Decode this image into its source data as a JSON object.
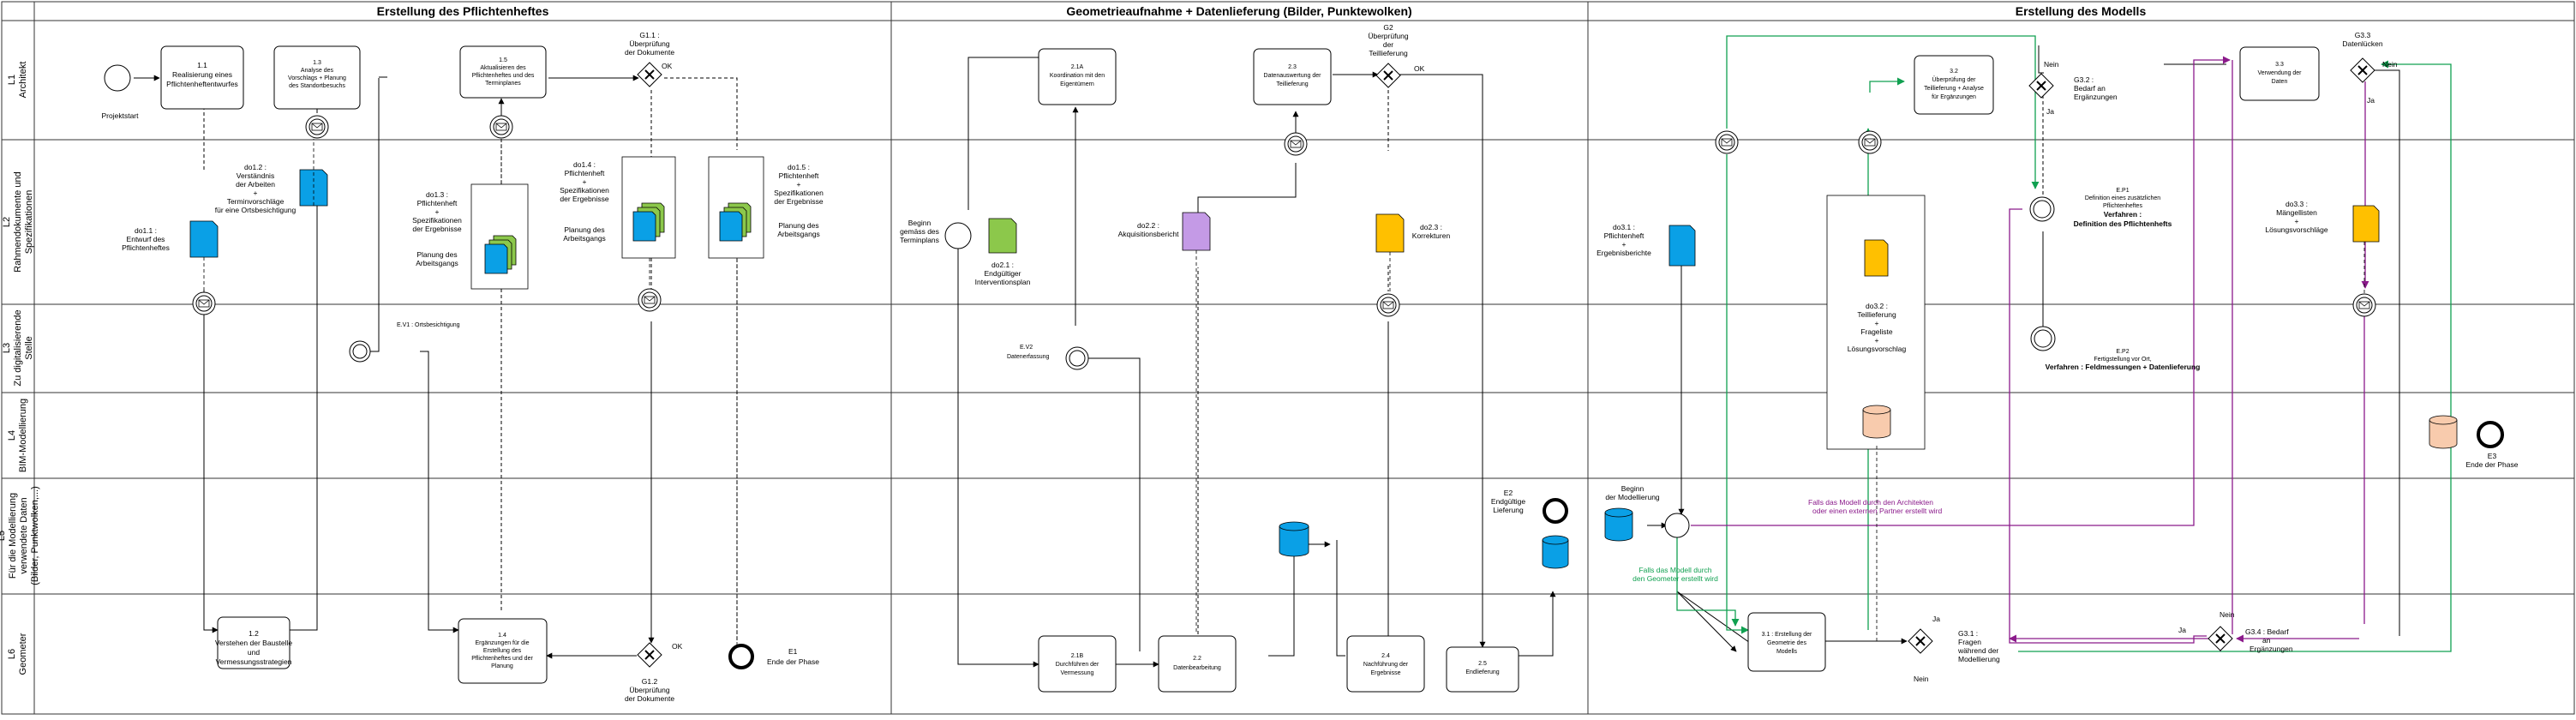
{
  "phases": {
    "p1": "Erstellung des Pflichtenheftes",
    "p2": "Geometrieaufnahme + Datenlieferung (Bilder, Punktewolken)",
    "p3": "Erstellung des Modells"
  },
  "lanes": {
    "l1": [
      "L1",
      "Architekt"
    ],
    "l2": [
      "L2",
      "Rahmendokumente und",
      "Spezifikationen"
    ],
    "l3": [
      "L3",
      "Zu digitalisierende",
      "Stelle"
    ],
    "l4": [
      "L4",
      "BIM-Modellierung"
    ],
    "l5": [
      "L5",
      "Für die Modellierung",
      "verwendete Daten",
      "(Bilder, Punktwolken,...)"
    ],
    "l6": [
      "L6",
      "Geometer"
    ]
  },
  "tasks": {
    "t1_1": [
      "1.1",
      "Realisierung eines",
      "Pflichtenheftentwurfes"
    ],
    "t1_3": [
      "1.3",
      "Analyse des",
      "Vorschlags + Planung",
      "des Standortbesuchs"
    ],
    "t1_5": [
      "1.5",
      "Aktualisieren des",
      "Pflichtenheftes und des",
      "Terminplanes"
    ],
    "t1_2": [
      "1.2",
      "Verstehen der Baustelle",
      "und",
      "Vermessungsstrategien"
    ],
    "t1_4": [
      "1.4",
      "Ergänzungen für die",
      "Erstellung des",
      "Pflichtenheftes und der",
      "Planung"
    ],
    "t2_1a": [
      "2.1A",
      "Koordination mit den",
      "Eigentümern"
    ],
    "t2_3": [
      "2.3",
      "Datenauswertung der",
      "Teillieferung"
    ],
    "t2_1b": [
      "2.1B",
      "Durchführen der",
      "Vermessung"
    ],
    "t2_2": [
      "2.2",
      "Datenbearbeitung"
    ],
    "t2_4": [
      "2.4",
      "Nachführung der",
      "Ergebnisse"
    ],
    "t2_5": [
      "2.5",
      "Endlieferung"
    ],
    "t3_2": [
      "3.2",
      "Überprüfung der",
      "Teillieferung + Analyse",
      "für Ergänzungen"
    ],
    "t3_3": [
      "3.3",
      "Verwendung der",
      "Daten"
    ],
    "t3_1": [
      "3.1 : Erstellung der",
      "Geometrie des",
      "Modells"
    ]
  },
  "gateways": {
    "g1_1": [
      "G1.1 :",
      "Überprüfung",
      "der Dokumente"
    ],
    "g1_2": [
      "G1.2",
      "Überprüfung",
      "der Dokumente"
    ],
    "g2": [
      "G2",
      "Überprüfung",
      "der",
      "Teillieferung"
    ],
    "g3_2": [
      "G3.2 :",
      "Bedarf an",
      "Ergänzungen"
    ],
    "g3_3": [
      "G3.3",
      "Datenlücken"
    ],
    "g3_1": [
      "G3.1 :",
      "Fragen",
      "während der",
      "Modellierung"
    ],
    "g3_4": [
      "G3.4 : Bedarf",
      "an",
      "Ergänzungen"
    ],
    "ok": "OK",
    "ja": "Ja",
    "nein": "Nein"
  },
  "events": {
    "projektstart": "Projektstart",
    "e1": [
      "E1",
      "Ende der Phase"
    ],
    "ev1": "E.V1 : Ortsbesichtigung",
    "beginn2": [
      "Beginn",
      "gemäss des",
      "Terminplans"
    ],
    "ev2": "E.V2",
    "ev2_sub": "Datenerfassung",
    "e2": [
      "E2",
      "Endgültige",
      "Lieferung"
    ],
    "e3": [
      "E3",
      "Ende der Phase"
    ],
    "beginn3": [
      "Beginn",
      "der Modellierung"
    ],
    "ep1": [
      "E.P1",
      "Definition eines zusätzlichen",
      "Pflichtenheftes",
      "Verfahren :",
      "Definition des Pflichtenhefts"
    ],
    "ep2": [
      "E.P2",
      "Fertigstellung vor Ort,",
      "Verfahren : Feldmessungen + Datenlieferung"
    ]
  },
  "docs": {
    "do1_1": [
      "do1.1 :",
      "Entwurf des",
      "Pflichtenheftes"
    ],
    "do1_2": [
      "do1.2 :",
      "Verständnis",
      "der Arbeiten",
      "+",
      "Terminvorschläge",
      "für eine Ortsbesichtigung"
    ],
    "do1_3": [
      "do1.3 :",
      "Pflichtenheft",
      "+",
      "Spezifikationen",
      "der Ergebnisse",
      "Planung des",
      "Arbeitsgangs"
    ],
    "do1_4": [
      "do1.4 :",
      "Pflichtenheft",
      "+",
      "Spezifikationen",
      "der Ergebnisse",
      "Planung des",
      "Arbeitsgangs"
    ],
    "do1_5": [
      "do1.5 :",
      "Pflichtenheft",
      "+",
      "Spezifikationen",
      "der Ergebnisse",
      "Planung des",
      "Arbeitsgangs"
    ],
    "do2_1": [
      "do2.1 :",
      "Endgültiger",
      "Interventionsplan"
    ],
    "do2_2": "do2.2 :",
    "do2_2b": "Akquisitionsbericht",
    "do2_3": [
      "do2.3 :",
      "Korrekturen"
    ],
    "do3_1": [
      "do3.1 :",
      "Pflichtenheft",
      "+",
      "Ergebnisberichte"
    ],
    "do3_2": [
      "do3.2 :",
      "Teillieferung",
      "+",
      "Frageliste",
      "+",
      "Lösungsvorschlag"
    ],
    "do3_3": [
      "do3.3 :",
      "Mängellisten",
      "+",
      "Lösungsvorschläge"
    ]
  },
  "notes": {
    "purple": [
      "Falls das Modell durch den Architekten",
      "oder einen externen Partner erstellt wird"
    ],
    "green": [
      "Falls das Modell durch",
      "den Geometer erstellt wird"
    ]
  },
  "colors": {
    "doc_blue": "#0aa0e6",
    "doc_green": "#8cc84b",
    "doc_purple": "#c49ae6",
    "doc_orange": "#ffc000",
    "db_peach": "#f8cbad",
    "flow_green": "#10a050",
    "flow_purple": "#8b1a8b"
  }
}
